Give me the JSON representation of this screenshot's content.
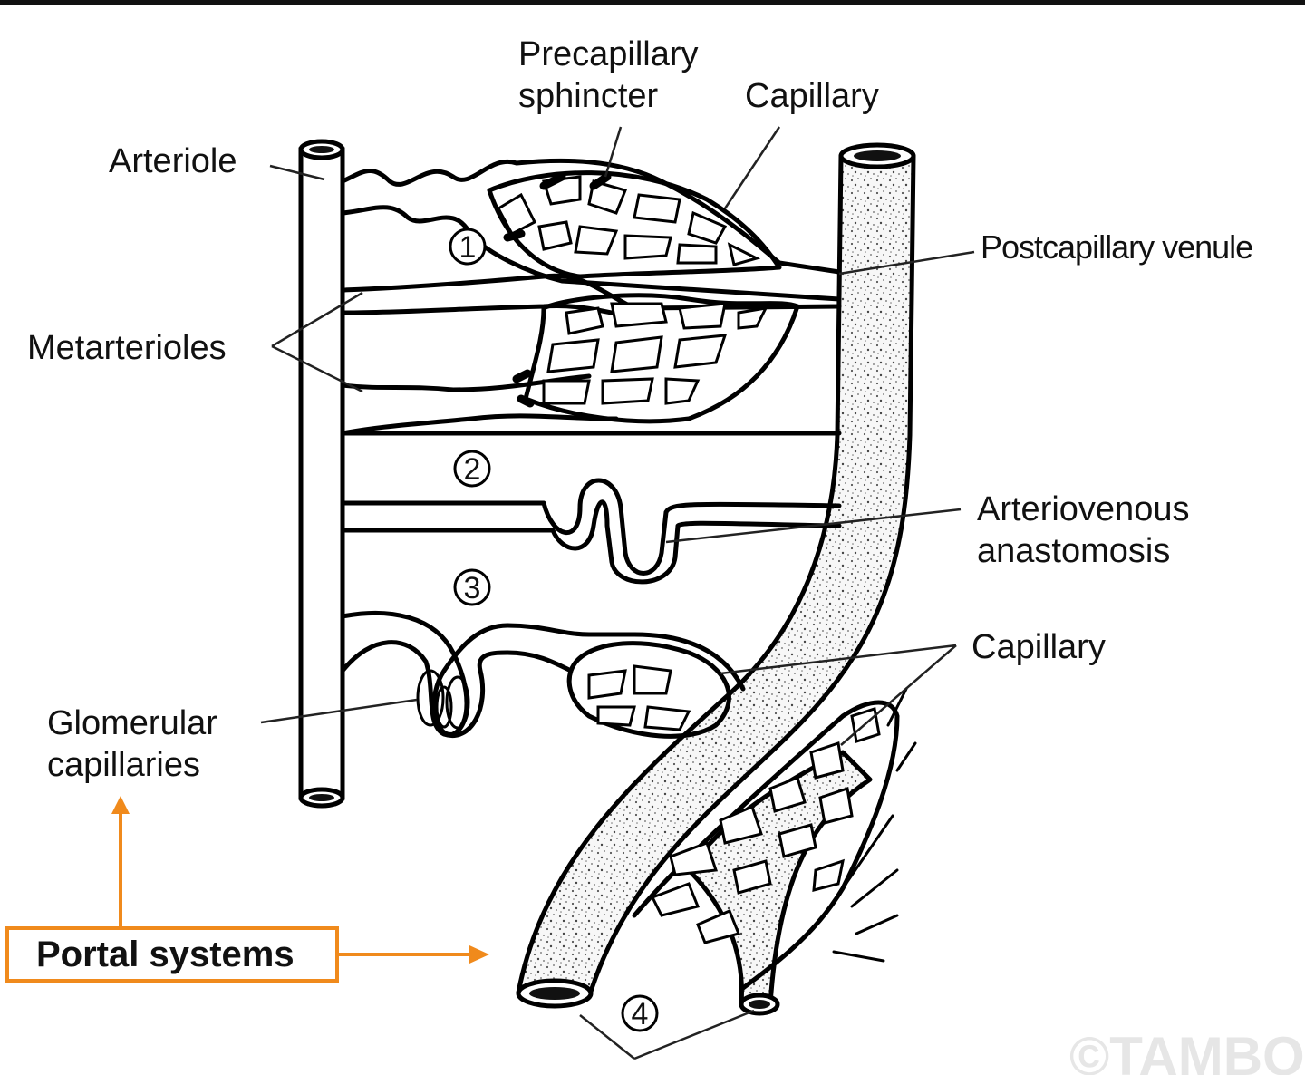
{
  "labels": {
    "precapillary_sphincter_line1": "Precapillary",
    "precapillary_sphincter_line2": "sphincter",
    "capillary_top": "Capillary",
    "arteriole": "Arteriole",
    "postcapillary_venule": "Postcapillary venule",
    "metarterioles": "Metarterioles",
    "arteriovenous_line1": "Arteriovenous",
    "arteriovenous_line2": "anastomosis",
    "capillary_bottom": "Capillary",
    "glomerular_line1": "Glomerular",
    "glomerular_line2": "capillaries",
    "portal_systems": "Portal systems",
    "watermark": "©TAMBO"
  },
  "numbers": {
    "n1": "1",
    "n2": "2",
    "n3": "3",
    "n4": "4"
  },
  "colors": {
    "accent": "#f08a1c",
    "ink": "#000000"
  }
}
